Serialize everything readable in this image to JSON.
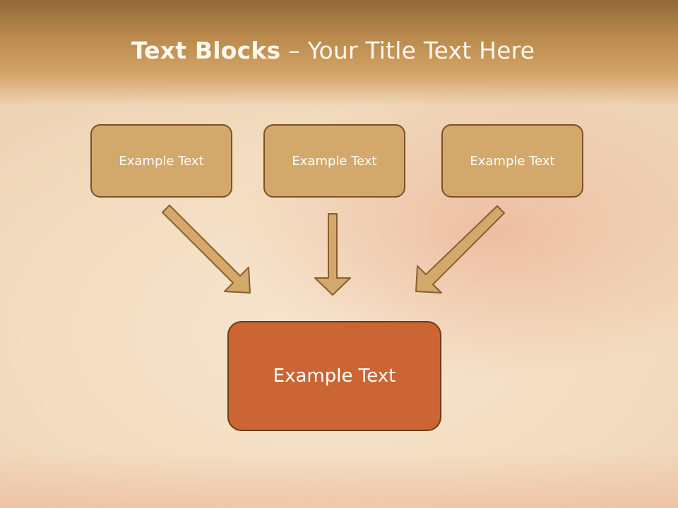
{
  "title": {
    "bold": "Text Blocks",
    "rest": " – Your Title Text Here"
  },
  "boxes": [
    {
      "label": "Example Text"
    },
    {
      "label": "Example Text"
    },
    {
      "label": "Example Text"
    }
  ],
  "result_box": {
    "label": "Example Text"
  },
  "colors": {
    "box_fill": "#d3a86b",
    "box_border": "#7a5128",
    "result_fill": "#cb6534",
    "title": "#fff8ee"
  }
}
